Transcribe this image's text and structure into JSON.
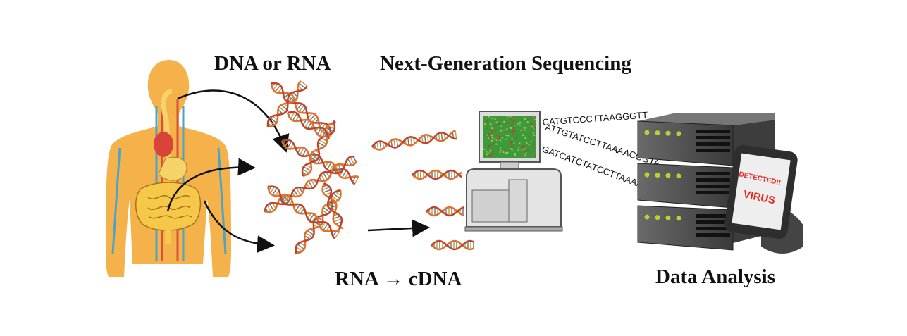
{
  "labels": {
    "dna_or_rna": "DNA or RNA",
    "ngs": "Next-Generation Sequencing",
    "rna_cdna": "RNA → cDNA",
    "data_analysis": "Data Analysis"
  },
  "sequences": [
    "CATGTCCCTTAAGGGTT",
    "ATTGTATCCTTAAAACGGTA",
    "GATCATCTATCCTTAAAAC"
  ],
  "monitor": {
    "line1": "DETECTED!!",
    "line2": "VIRUS"
  },
  "colors": {
    "body": "#f6b24a",
    "helix_orange": "#e0702a",
    "helix_blue": "#5a7fa6",
    "server": "#555555",
    "alert_text": "#e8231c",
    "led": "#b5d334"
  }
}
